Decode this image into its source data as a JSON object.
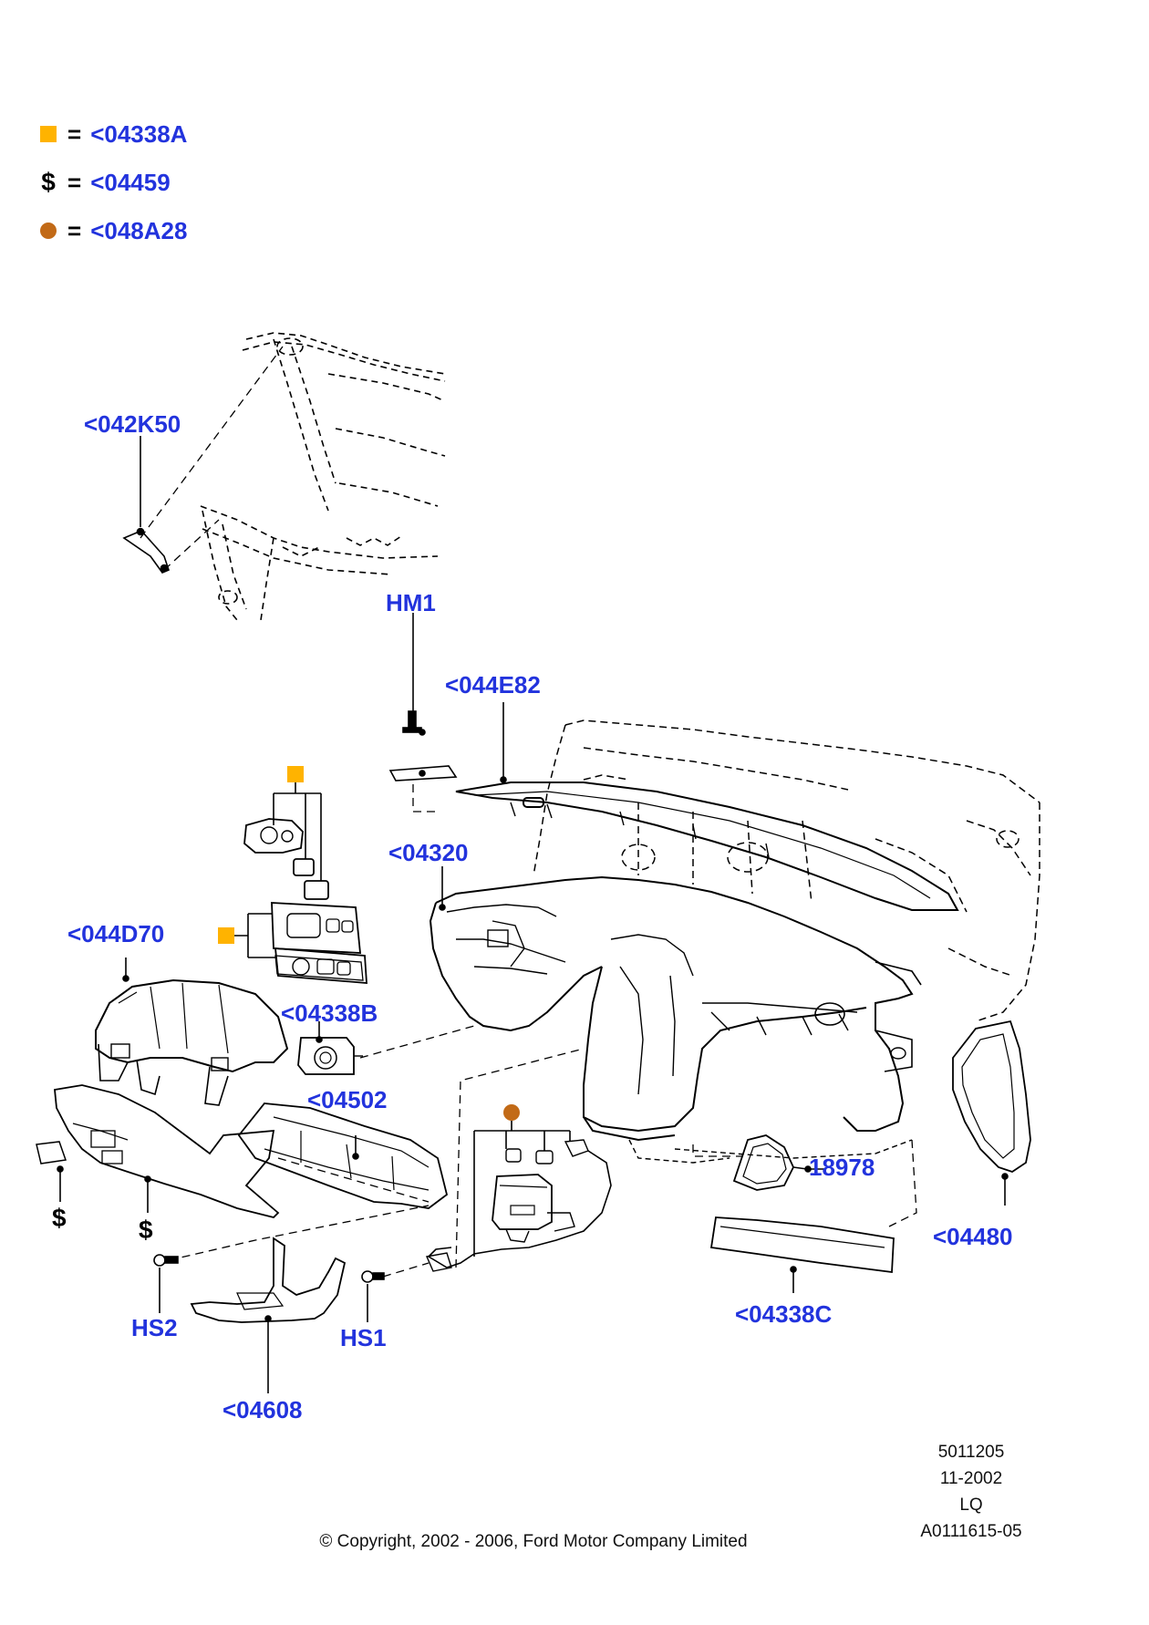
{
  "colors": {
    "callout": "#2233dd",
    "square_marker": "#ffb300",
    "circle_marker": "#c26a17",
    "line": "#000000"
  },
  "legend": [
    {
      "symbol": "square-icon",
      "equals": "=",
      "ref": "<04338A"
    },
    {
      "symbol": "$",
      "equals": "=",
      "ref": "<04459"
    },
    {
      "symbol": "circle-icon",
      "equals": "=",
      "ref": "<048A28"
    }
  ],
  "callouts": {
    "c042K50": "<042K50",
    "cHM1": "HM1",
    "c044E82": "<044E82",
    "c04320": "<04320",
    "c044D70": "<044D70",
    "c04338B": "<04338B",
    "c04502": "<04502",
    "c18978": "18978",
    "c04480": "<04480",
    "c04338C": "<04338C",
    "cHS2": "HS2",
    "cHS1": "HS1",
    "c04608": "<04608",
    "dollar": "$"
  },
  "meta": {
    "illustration_number": "5011205",
    "date": "11-2002",
    "code": "LQ",
    "reference": "A0111615-05",
    "copyright": "© Copyright, 2002 - 2006, Ford Motor Company Limited"
  }
}
